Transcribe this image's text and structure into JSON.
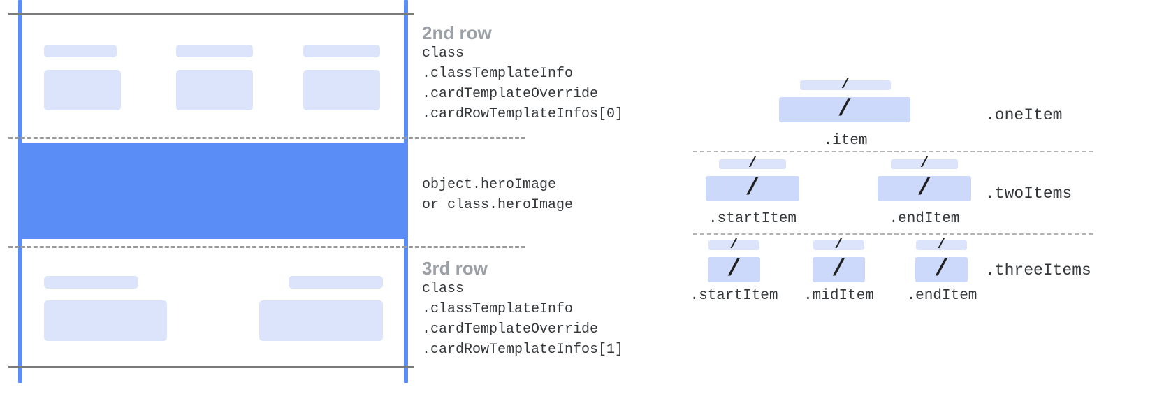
{
  "left_diagram": {
    "name": "card-template-diagram",
    "rows": [
      {
        "id": "second-row",
        "title": "2nd row",
        "code": "class\n.classTemplateInfo\n.cardTemplateOverride\n.cardRowTemplateInfos[0]",
        "placeholder_count": 3
      },
      {
        "id": "hero-image-row",
        "title": "",
        "code": "object.heroImage\nor class.heroImage",
        "placeholder_count": 0
      },
      {
        "id": "third-row",
        "title": "3rd row",
        "code": "class\n.classTemplateInfo\n.cardTemplateOverride\n.cardRowTemplateInfos[1]",
        "placeholder_count": 2
      }
    ]
  },
  "right_diagram": {
    "name": "item-layout-diagram",
    "groups": [
      {
        "id": "one-item",
        "row_label": ".oneItem",
        "items": [
          {
            "label": ".item",
            "glyph": "/"
          }
        ]
      },
      {
        "id": "two-items",
        "row_label": ".twoItems",
        "items": [
          {
            "label": ".startItem",
            "glyph": "/"
          },
          {
            "label": ".endItem",
            "glyph": "/"
          }
        ]
      },
      {
        "id": "three-items",
        "row_label": ".threeItems",
        "items": [
          {
            "label": ".startItem",
            "glyph": "/"
          },
          {
            "label": ".midItem",
            "glyph": "/"
          },
          {
            "label": ".endItem",
            "glyph": "/"
          }
        ]
      }
    ]
  },
  "colors": {
    "accent_blue": "#5b8df6",
    "placeholder_blue": "#dbe4fb",
    "placeholder_blue_strong": "#ccd9fa",
    "title_grey": "#9aa0a6",
    "code_text": "#35383b",
    "boundary_grey": "#7a7a7a",
    "dashed_grey": "#9b9b9b"
  }
}
